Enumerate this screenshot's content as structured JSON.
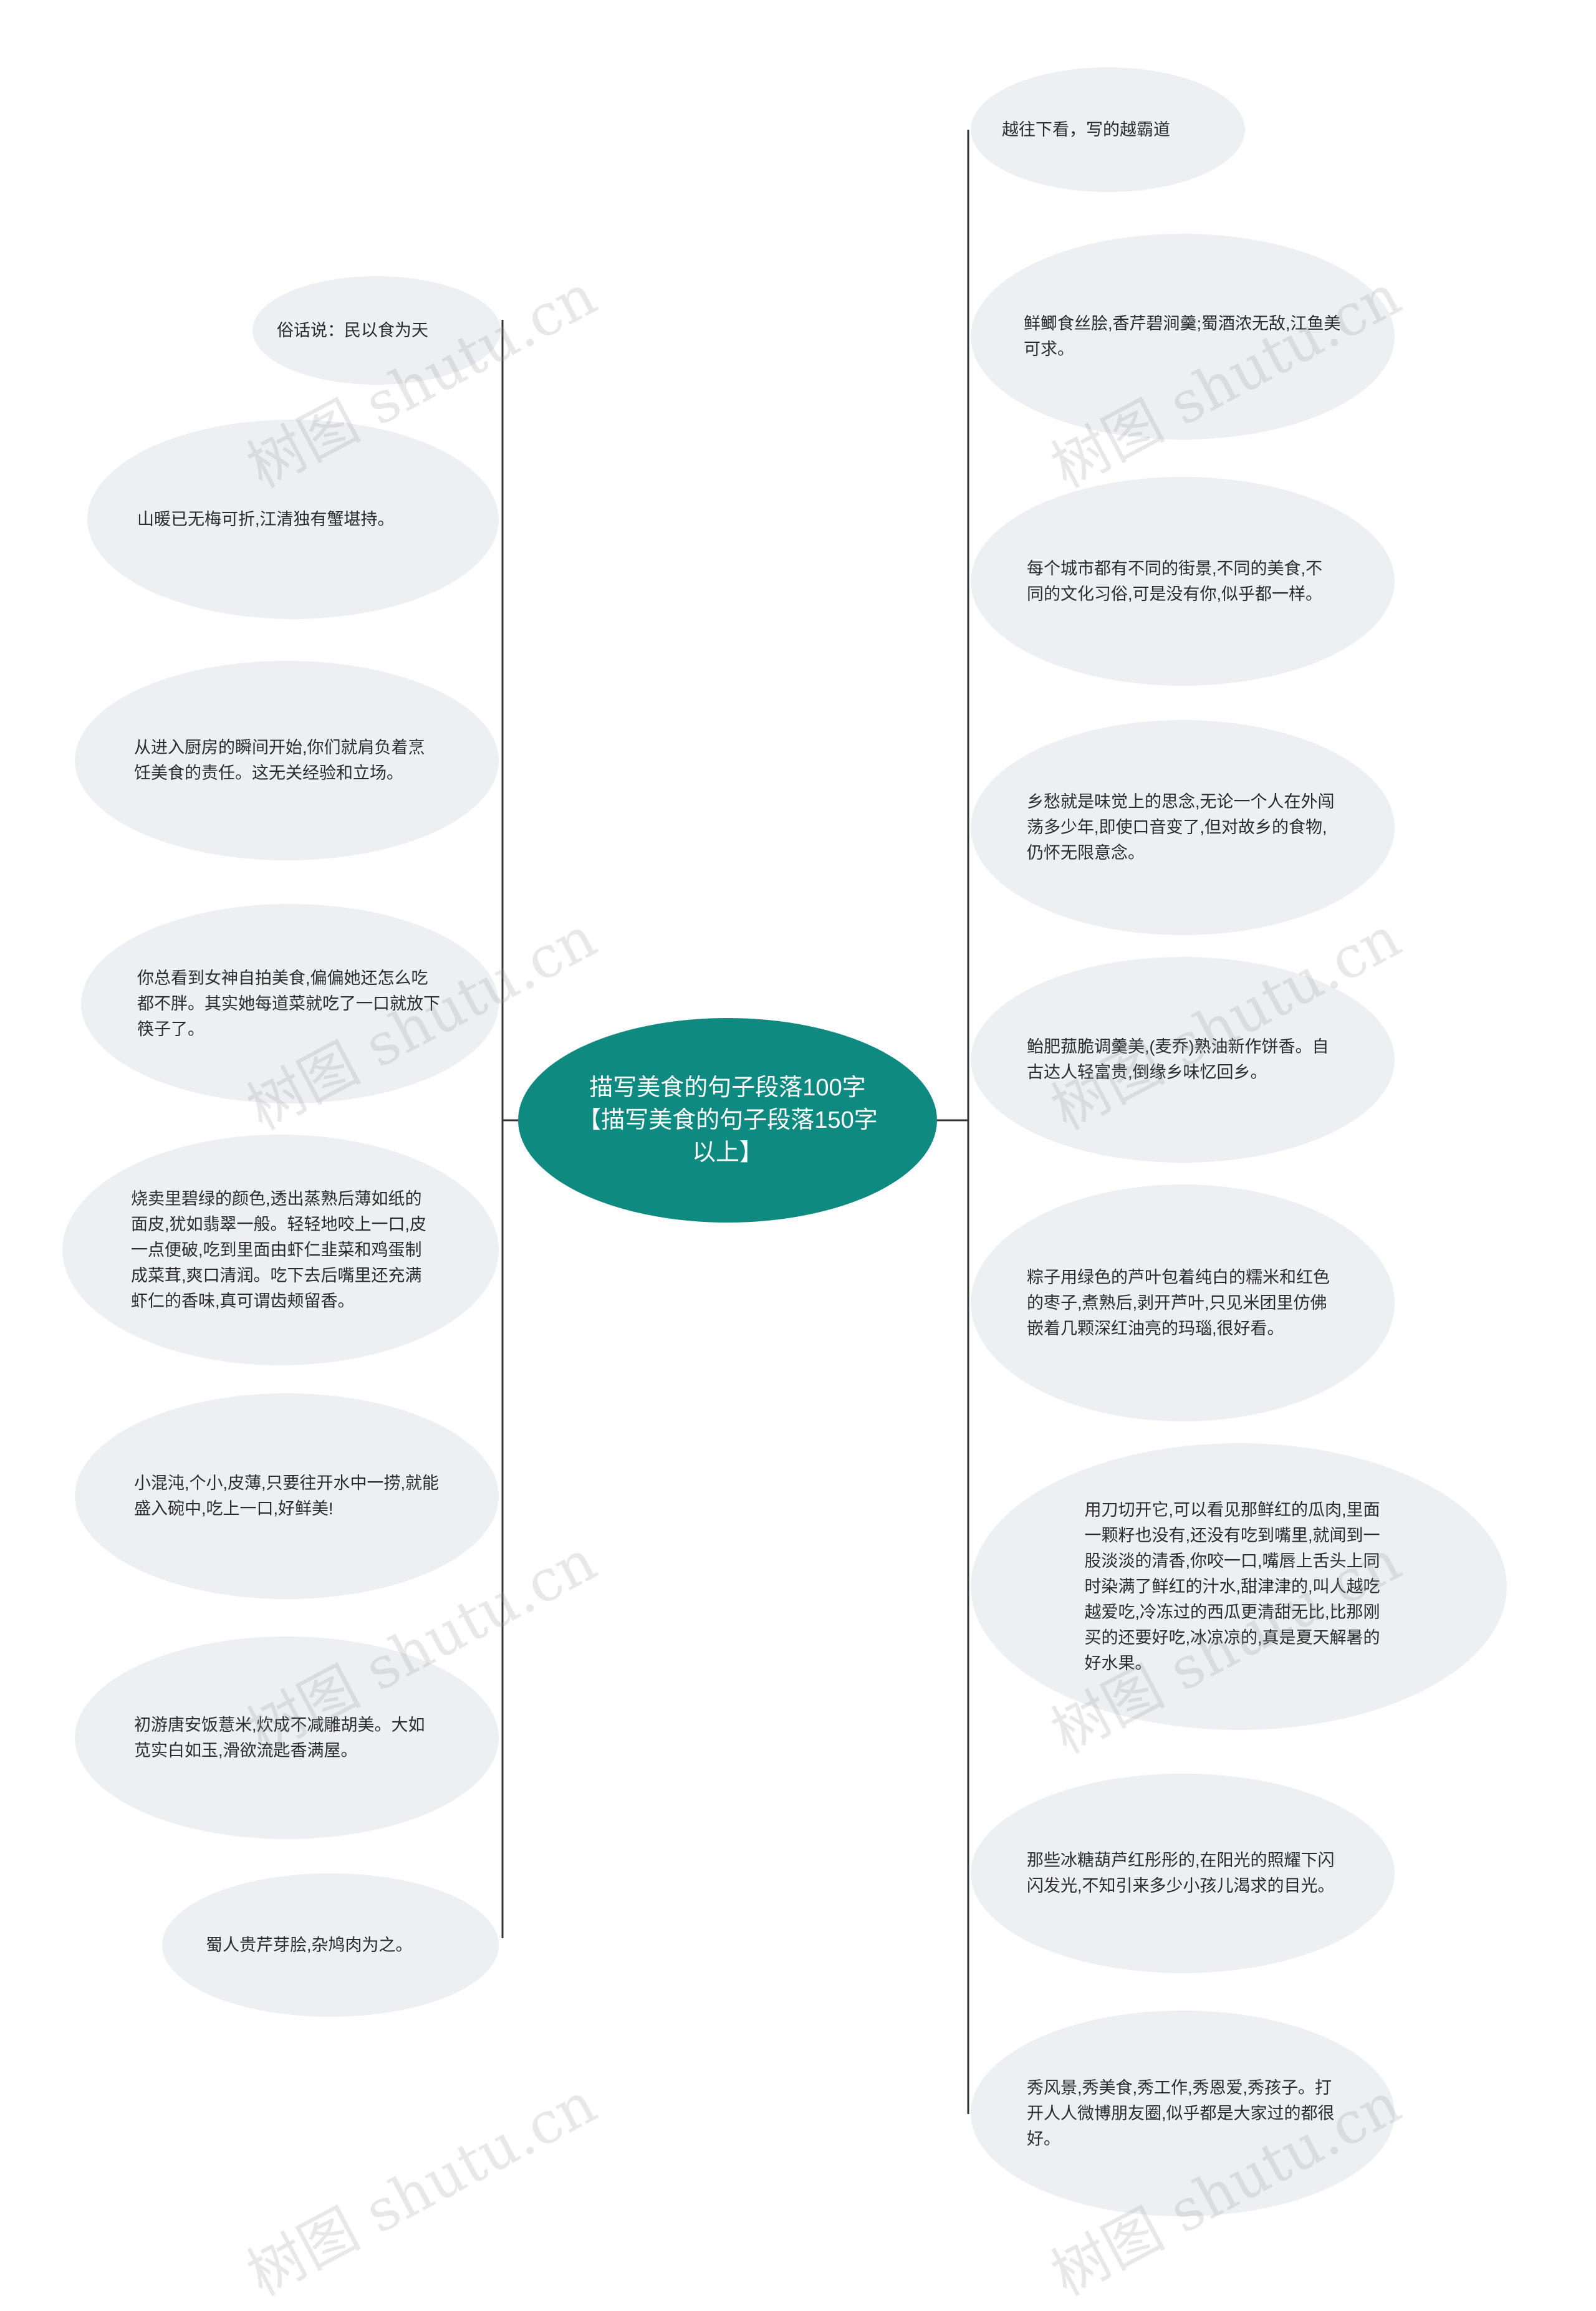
{
  "root": {
    "text": "描写美食的句子段落100字【描写美食的句子段落150字以上】"
  },
  "left_nodes": [
    {
      "text": "俗话说：民以食为天"
    },
    {
      "text": "山暖已无梅可折,江清独有蟹堪持。"
    },
    {
      "text": "从进入厨房的瞬间开始,你们就肩负着烹饪美食的责任。这无关经验和立场。"
    },
    {
      "text": "你总看到女神自拍美食,偏偏她还怎么吃都不胖。其实她每道菜就吃了一口就放下筷子了。"
    },
    {
      "text": "烧卖里碧绿的颜色,透出蒸熟后薄如纸的面皮,犹如翡翠一般。轻轻地咬上一口,皮一点便破,吃到里面由虾仁韭菜和鸡蛋制成菜茸,爽口清润。吃下去后嘴里还充满虾仁的香味,真可谓齿颊留香。"
    },
    {
      "text": "小混沌,个小,皮薄,只要往开水中一捞,就能盛入碗中,吃上一口,好鲜美!"
    },
    {
      "text": "初游唐安饭薏米,炊成不减雕胡美。大如苋实白如玉,滑欲流匙香满屋。"
    },
    {
      "text": "蜀人贵芹芽脍,杂鸠肉为之。"
    }
  ],
  "right_nodes": [
    {
      "text": "越往下看，写的越霸道"
    },
    {
      "text": "鲜鲫食丝脍,香芹碧涧羹;蜀酒浓无敌,江鱼美可求。"
    },
    {
      "text": "每个城市都有不同的街景,不同的美食,不同的文化习俗,可是没有你,似乎都一样。"
    },
    {
      "text": "乡愁就是味觉上的思念,无论一个人在外闯荡多少年,即使口音变了,但对故乡的食物,仍怀无限意念。"
    },
    {
      "text": "鲐肥菰脆调羹美,(麦乔)熟油新作饼香。自古达人轻富贵,倒缘乡味忆回乡。"
    },
    {
      "text": "粽子用绿色的芦叶包着纯白的糯米和红色的枣子,煮熟后,剥开芦叶,只见米团里仿佛嵌着几颗深红油亮的玛瑙,很好看。"
    },
    {
      "text": "用刀切开它,可以看见那鲜红的瓜肉,里面一颗籽也没有,还没有吃到嘴里,就闻到一股淡淡的清香,你咬一口,嘴唇上舌头上同时染满了鲜红的汁水,甜津津的,叫人越吃越爱吃,冷冻过的西瓜更清甜无比,比那刚买的还要好吃,冰凉凉的,真是夏天解暑的好水果。"
    },
    {
      "text": "那些冰糖葫芦红彤彤的,在阳光的照耀下闪闪发光,不知引来多少小孩儿渴求的目光。"
    },
    {
      "text": "秀风景,秀美食,秀工作,秀恩爱,秀孩子。打开人人微博朋友圈,似乎都是大家过的都很好。"
    }
  ],
  "watermark": "树图 shutu.cn",
  "colors": {
    "root_fill": "#0f8a80",
    "node_fill": "#edeff2",
    "line": "#333333",
    "root_text": "#ffffff"
  }
}
